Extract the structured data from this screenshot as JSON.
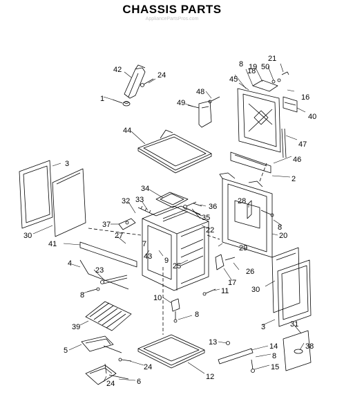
{
  "title": "CHASSIS PARTS",
  "watermark": "AppliancePartsPros.com",
  "part_numbers": [
    "1",
    "2",
    "3",
    "4",
    "5",
    "6",
    "7",
    "8",
    "9",
    "10",
    "11",
    "12",
    "13",
    "14",
    "15",
    "16",
    "17",
    "18",
    "19",
    "20",
    "21",
    "22",
    "23",
    "24",
    "25",
    "26",
    "27",
    "28",
    "29",
    "30",
    "31",
    "33",
    "34",
    "35",
    "36",
    "37",
    "38",
    "39",
    "40",
    "41",
    "42",
    "43",
    "44",
    "45",
    "46",
    "47",
    "48",
    "49",
    "50",
    "32"
  ]
}
